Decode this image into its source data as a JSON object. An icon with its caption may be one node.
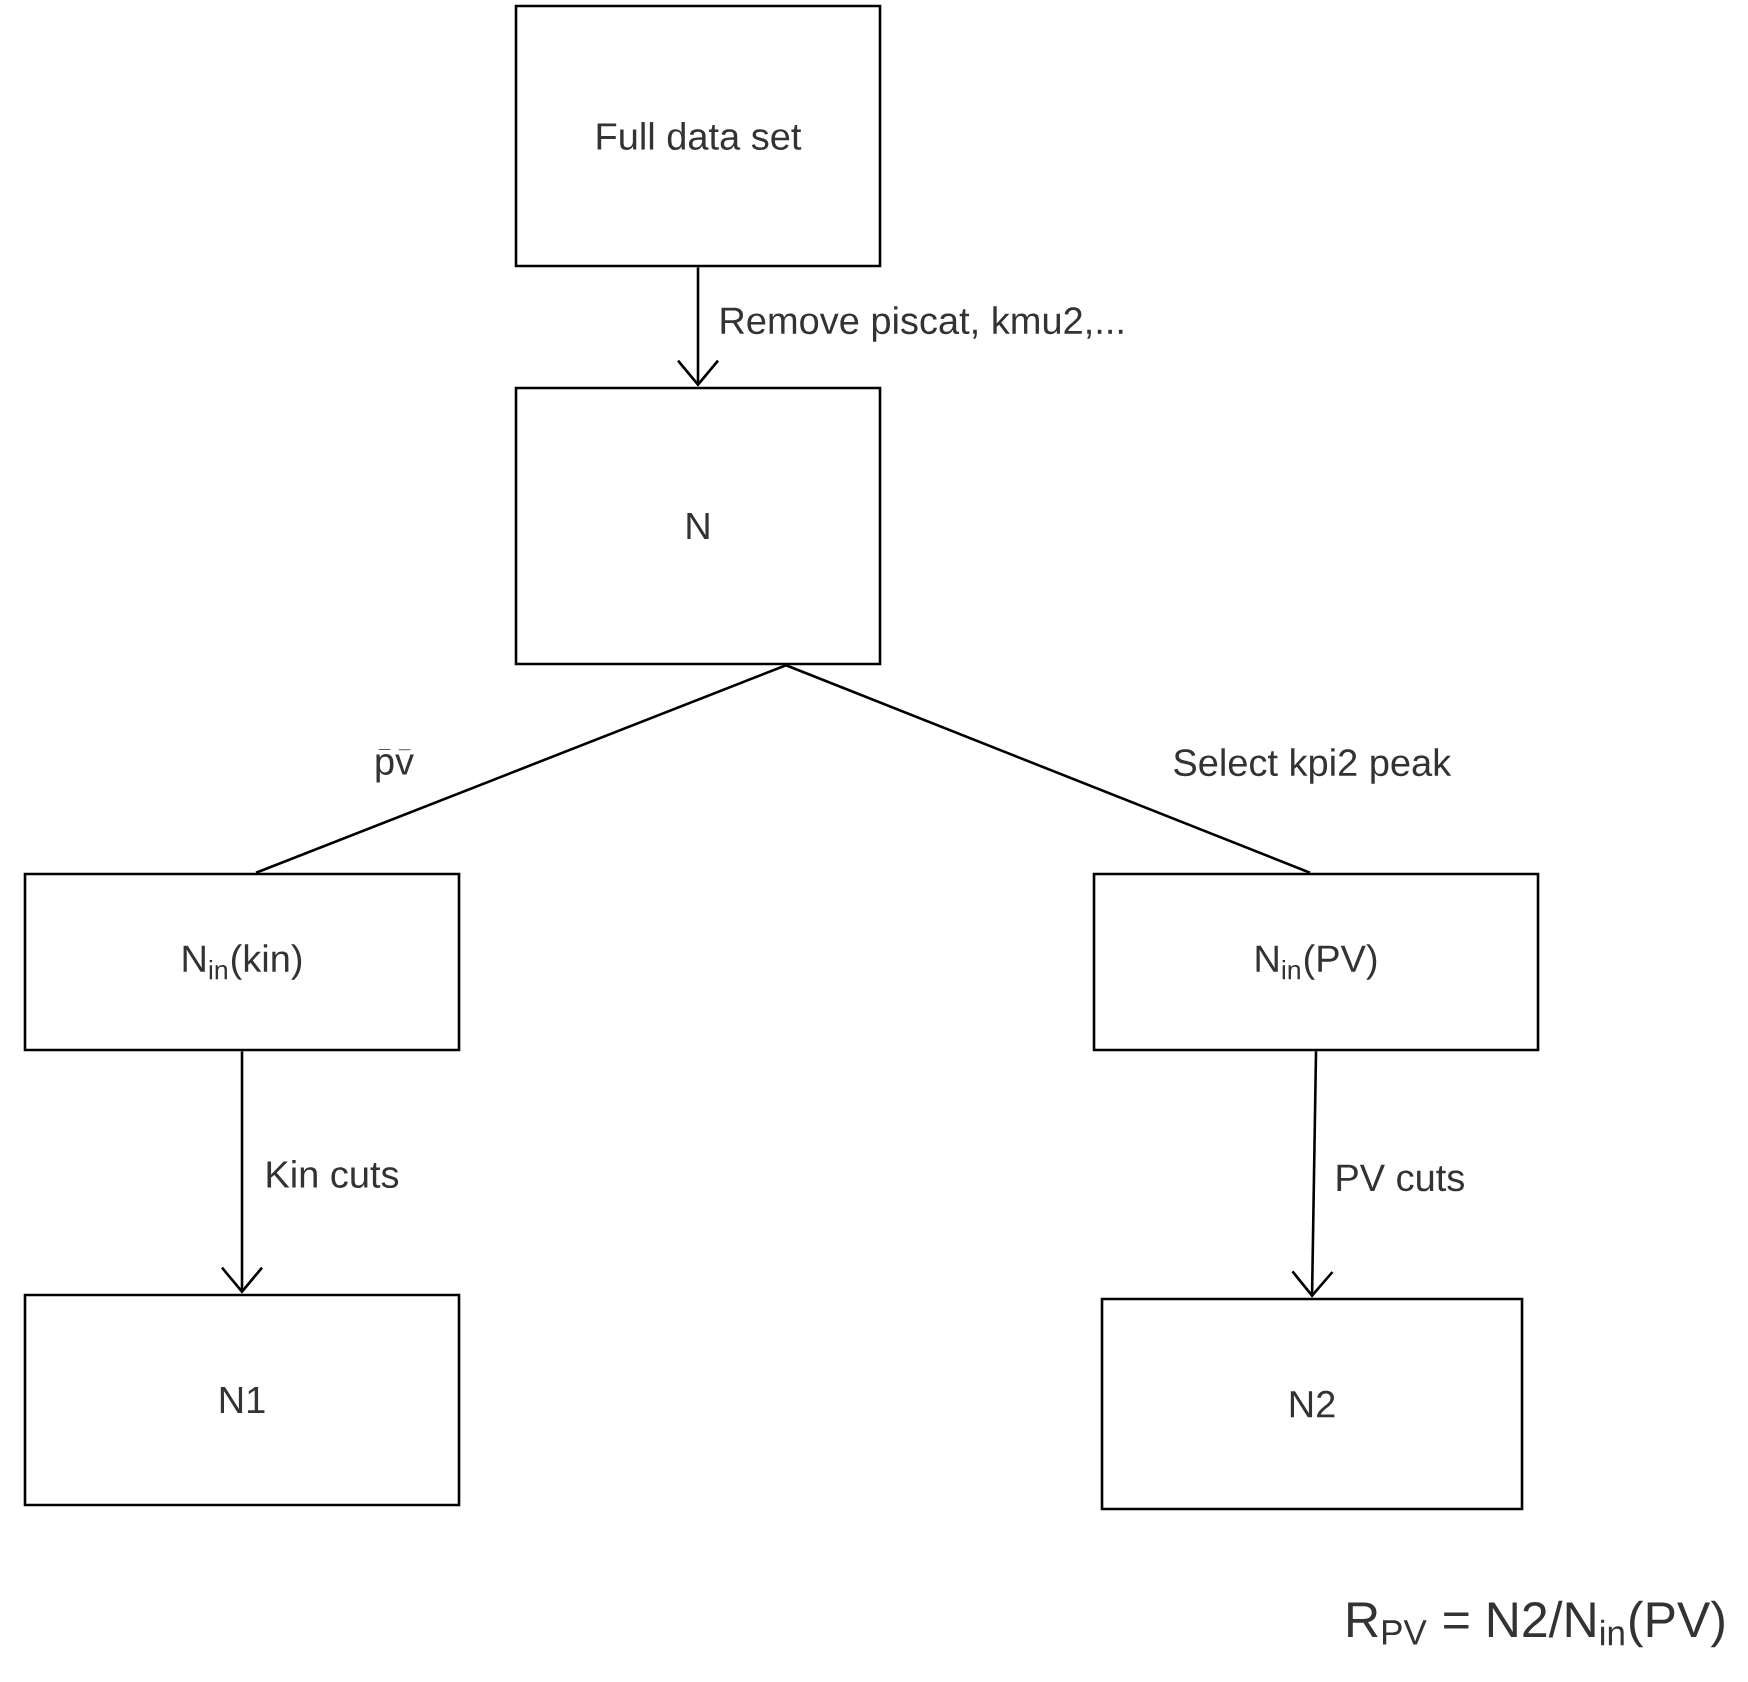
{
  "diagram": {
    "nodes": [
      {
        "text": [
          "Full data set"
        ]
      },
      {
        "text": [
          "N"
        ]
      },
      {
        "text": [
          "N$_{in}$(kin)"
        ]
      },
      {
        "text": [
          "N$_{in}$(PV)"
        ]
      },
      {
        "text": [
          "N1"
        ]
      },
      {
        "text": [
          "N2"
        ]
      }
    ],
    "edges": [
      {
        "from": 0,
        "to": 1,
        "arrow": "to",
        "label": "Remove piscat, kmu2,..."
      },
      {
        "from": 1,
        "to": 2,
        "arrow": "none",
        "label": "\\bar{\\mathrm{p}}\\bar{\\mathrm{v}}"
      },
      {
        "from": 1,
        "to": 3,
        "arrow": "none",
        "label": "Select kpi2 peak"
      },
      {
        "from": 2,
        "to": 4,
        "arrow": "to",
        "label": "Kin cuts"
      },
      {
        "from": 3,
        "to": 5,
        "arrow": "to",
        "label": "PV cuts"
      }
    ],
    "labels": [
      "R$_{PV}$ = N2/N$_{in}$(PV)"
    ]
  }
}
